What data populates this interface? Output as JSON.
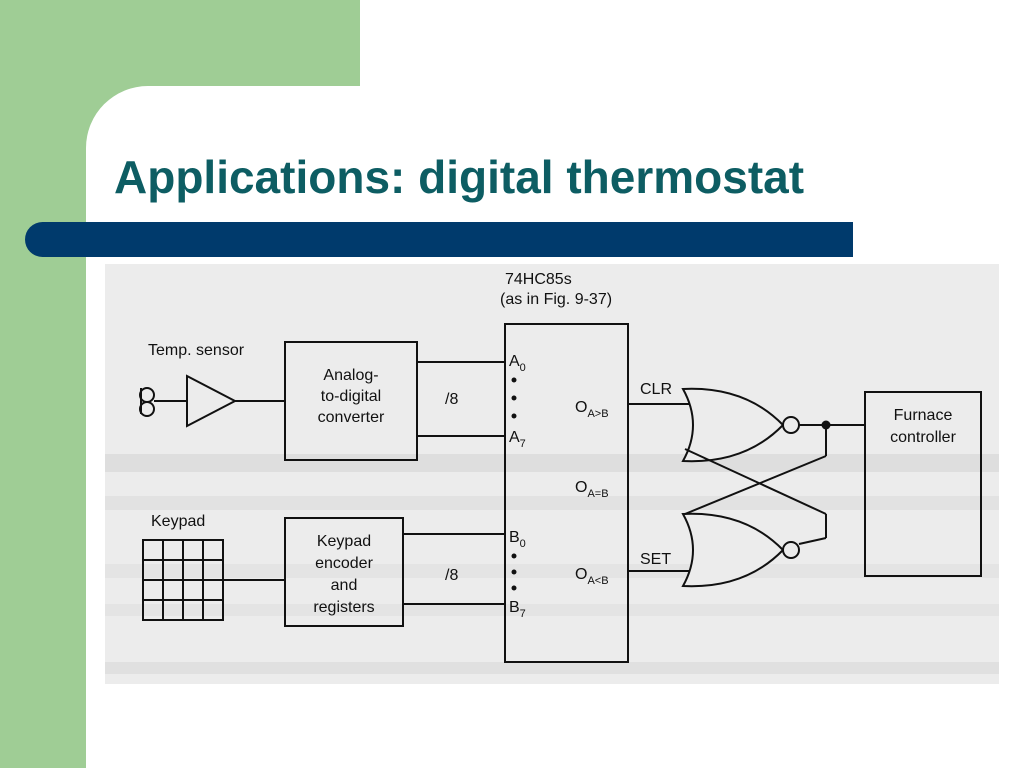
{
  "slide": {
    "title": "Applications: digital thermostat",
    "colors": {
      "green": "#9fcd95",
      "title": "#0d5d63",
      "bar": "#003a6c"
    }
  },
  "diagram": {
    "chip_title": "74HC85s",
    "chip_subtitle": "(as in Fig. 9-37)",
    "temp_sensor": "Temp. sensor",
    "adc": [
      "Analog-",
      "to-digital",
      "converter"
    ],
    "keypad": "Keypad",
    "keypad_encoder": [
      "Keypad",
      "encoder",
      "and",
      "registers"
    ],
    "bus_width_top": "/8",
    "bus_width_bottom": "/8",
    "pins": {
      "a0": "A",
      "a0_sub": "0",
      "a7": "A",
      "a7_sub": "7",
      "b0": "B",
      "b0_sub": "0",
      "b7": "B",
      "b7_sub": "7",
      "o_gt": "O",
      "o_gt_sub": "A>B",
      "o_eq": "O",
      "o_eq_sub": "A=B",
      "o_lt": "O",
      "o_lt_sub": "A<B"
    },
    "clr": "CLR",
    "set": "SET",
    "furnace": [
      "Furnace",
      "controller"
    ]
  }
}
